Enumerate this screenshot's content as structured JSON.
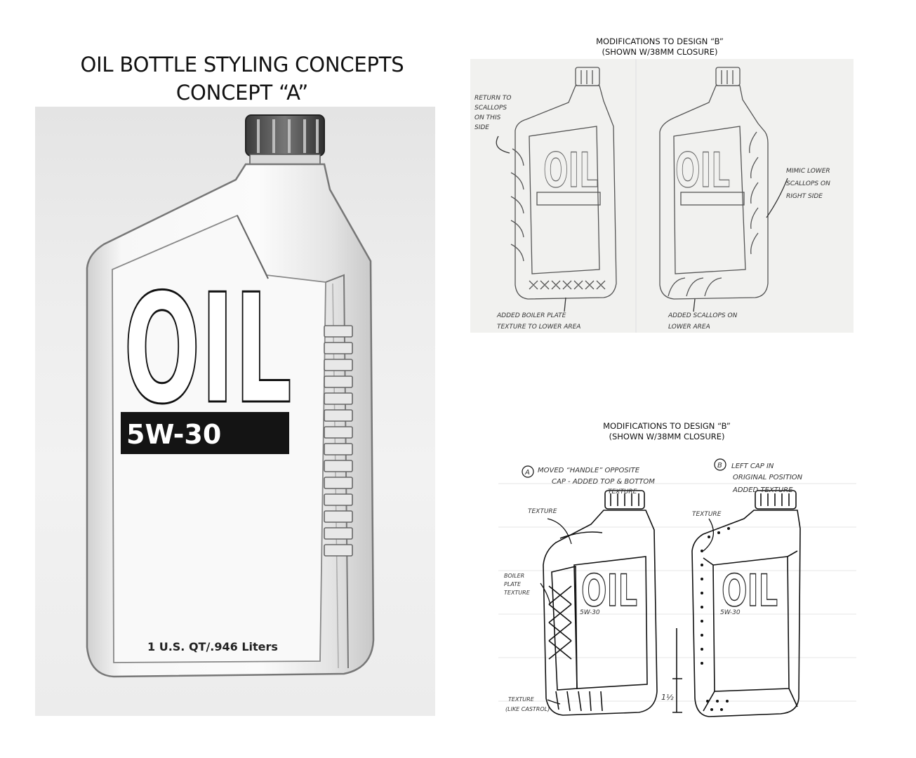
{
  "header": {
    "title_line1": "OIL BOTTLE STYLING CONCEPTS",
    "title_line2": "CONCEPT “A”"
  },
  "concept_a": {
    "brand": "OIL",
    "grade": "5W-30",
    "volume": "1 U.S. QT/.946 Liters"
  },
  "panel1": {
    "title_line1": "MODIFICATIONS TO DESIGN “B”",
    "title_line2": "(SHOWN W/38MM CLOSURE)",
    "notes": {
      "left_1": "RETURN TO",
      "left_2": "SCALLOPS",
      "left_3": "ON THIS",
      "left_4": "SIDE",
      "right_1": "MIMIC LOWER",
      "right_2": "SCALLOPS ON",
      "right_3": "RIGHT SIDE",
      "bottom_left_1": "ADDED BOILER PLATE",
      "bottom_left_2": "TEXTURE TO LOWER AREA",
      "bottom_right_1": "ADDED SCALLOPS ON",
      "bottom_right_2": "LOWER AREA"
    }
  },
  "panel2": {
    "title_line1": "MODIFICATIONS TO DESIGN “B”",
    "title_line2": "(SHOWN W/38MM CLOSURE)",
    "notes": {
      "a_label": "A",
      "a_1": "MOVED “HANDLE” OPPOSITE",
      "a_2": "CAP - ADDED TOP & BOTTOM",
      "a_3": "TEXTURE",
      "b_label": "B",
      "b_1": "LEFT CAP IN",
      "b_2": "ORIGINAL POSITION",
      "b_3": "ADDED TEXTURE",
      "texture_left": "TEXTURE",
      "texture_right": "TEXTURE",
      "boiler_1": "BOILER",
      "boiler_2": "PLATE",
      "boiler_3": "TEXTURE",
      "bottom_1": "TEXTURE",
      "bottom_2": "(LIKE CASTROL)",
      "dim": "1½",
      "grade_a": "5W-30",
      "grade_b": "5W-30"
    }
  }
}
